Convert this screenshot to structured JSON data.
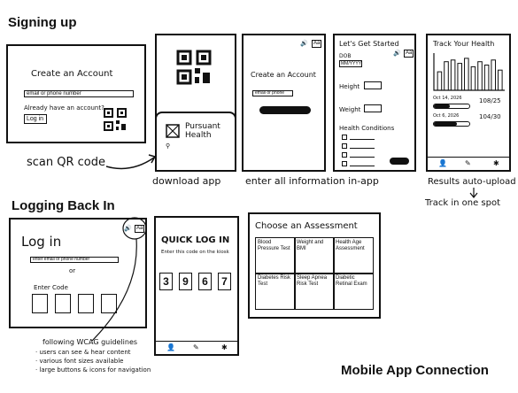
{
  "sections": {
    "signing_up": "Signing up",
    "logging_back_in": "Logging Back In",
    "footer": "Mobile App Connection"
  },
  "desktop_signup": {
    "heading": "Create an Account",
    "email_placeholder": "email or phone number",
    "already_text": "Already have an account?",
    "login_button": "Log in",
    "caption": "scan QR code"
  },
  "download_screen": {
    "brand_line1": "Pursuant",
    "brand_line2": "Health",
    "caption": "download app"
  },
  "create_screen": {
    "heading": "Create an Account",
    "field_placeholder": "email or phone",
    "caption": "enter all information in-app",
    "aa": "Aa"
  },
  "started_screen": {
    "heading": "Let's Get Started",
    "dob_label": "DOB",
    "dob_value": "MM/YYYY",
    "height_label": "Height",
    "weight_label": "Weight",
    "conditions_label": "Health Conditions",
    "aa": "Aa"
  },
  "track_screen": {
    "heading": "Track Your Health",
    "reading1_date": "Oct 14, 2026",
    "reading1_value": "108/25",
    "reading2_date": "Oct 6, 2026",
    "reading2_value": "104/30",
    "caption1": "Results auto-upload",
    "caption2": "Track in one spot"
  },
  "login_desktop": {
    "heading": "Log in",
    "email_placeholder": "enter email or phone number",
    "or_text": "or",
    "code_label": "Enter Code",
    "aa": "Aa"
  },
  "quick_login": {
    "heading": "QUICK LOG IN",
    "instruction": "Enter this code on the kiosk",
    "digits": [
      "3",
      "9",
      "6",
      "7"
    ]
  },
  "assessment": {
    "heading": "Choose an Assessment",
    "cells": [
      "Blood Pressure Test",
      "Weight and BMI",
      "Health Age Assessment",
      "Diabetes Risk Test",
      "Sleep Apnea Risk Test",
      "Diabetic Retinal Exam"
    ]
  },
  "wcag_notes": {
    "title": "following WCAG guidelines",
    "items": [
      "users can see & hear content",
      "various font sizes available",
      "large buttons & icons for navigation"
    ]
  },
  "chart_bars": [
    0.55,
    0.85,
    0.9,
    0.8,
    0.95,
    0.7,
    0.85,
    0.75,
    0.9,
    0.6
  ],
  "slider_levels": [
    0.45,
    0.65
  ]
}
